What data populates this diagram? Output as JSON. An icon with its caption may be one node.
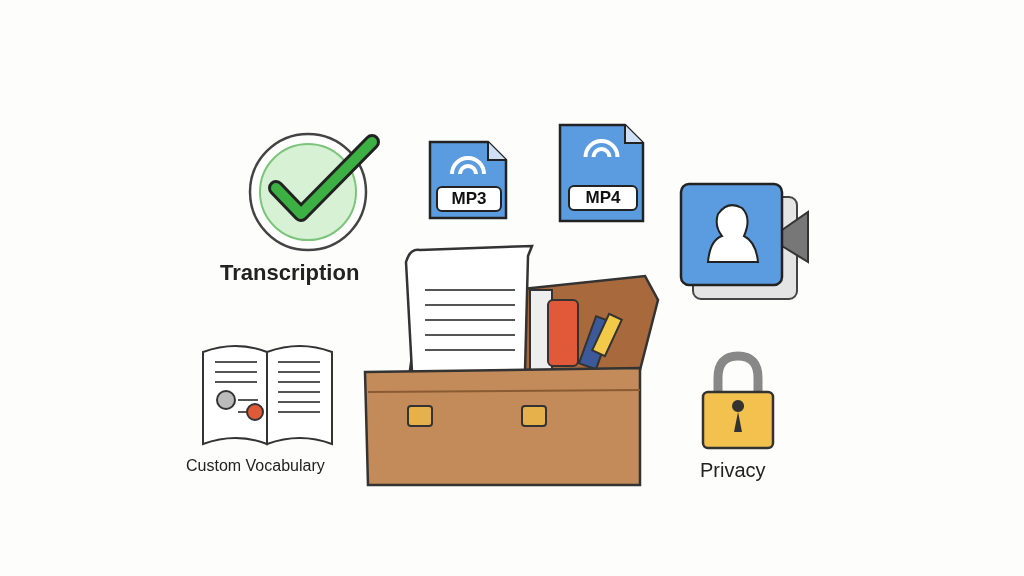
{
  "diagram": {
    "nodes": [
      {
        "text": [
          "MP3"
        ]
      },
      {
        "text": [
          "MP4"
        ]
      }
    ],
    "labels": [
      "Transcription",
      "Custom Vocabulary",
      "Privacy"
    ]
  }
}
